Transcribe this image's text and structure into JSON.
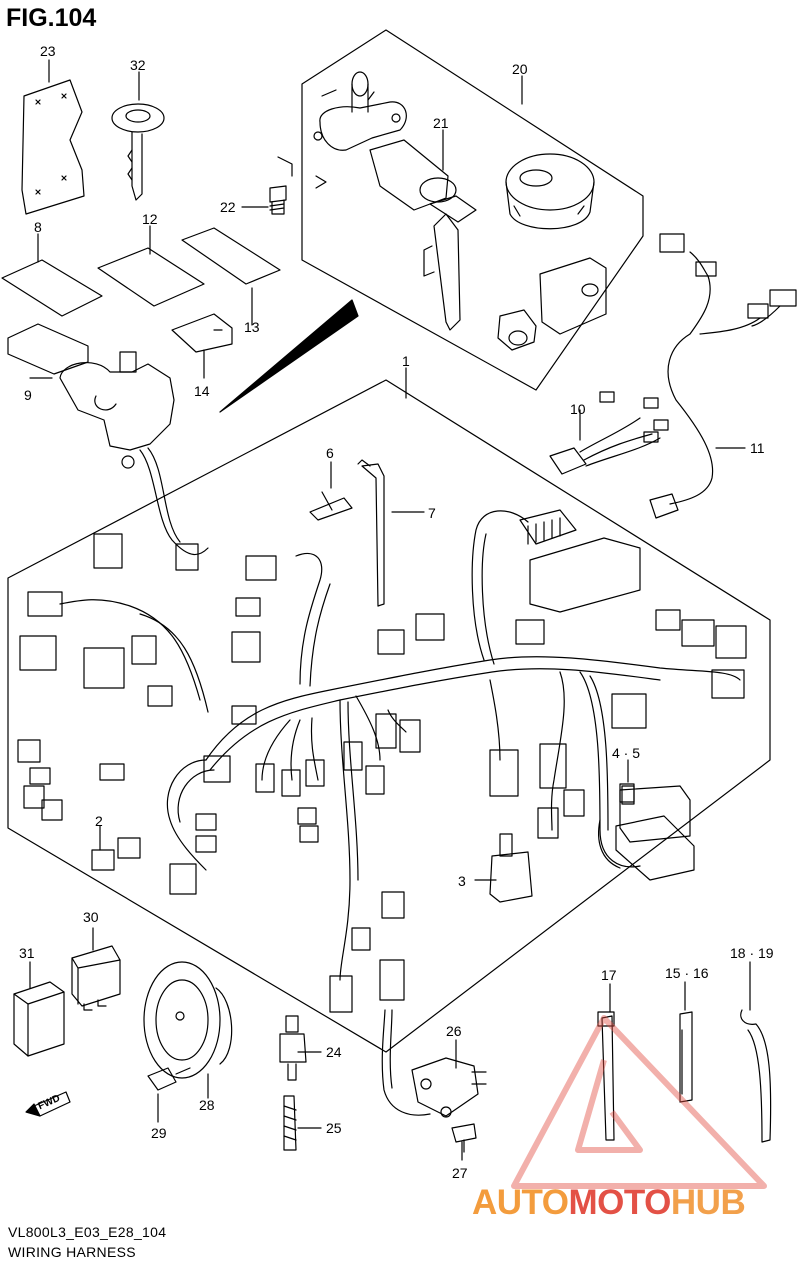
{
  "figure": {
    "title": "FIG.104"
  },
  "callouts": {
    "p1": "1",
    "p2": "2",
    "p3": "3",
    "p4_5": "4 · 5",
    "p6": "6",
    "p7": "7",
    "p8": "8",
    "p9": "9",
    "p10": "10",
    "p11": "11",
    "p12": "12",
    "p13": "13",
    "p14": "14",
    "p15_16": "15 · 16",
    "p17": "17",
    "p18_19": "18 · 19",
    "p20": "20",
    "p21": "21",
    "p22": "22",
    "p23": "23",
    "p24": "24",
    "p25": "25",
    "p26": "26",
    "p27": "27",
    "p28": "28",
    "p29": "29",
    "p30": "30",
    "p31": "31",
    "p32": "32"
  },
  "direction_arrow": {
    "label": "FWD"
  },
  "caption": {
    "code": "VL800L3_E03_E28_104",
    "title": "WIRING HARNESS"
  },
  "watermark": {
    "part1": "AUTO",
    "part2": "MOTO",
    "part3": "HUB",
    "colors": {
      "orange": "#f39c3d",
      "red": "#e35146",
      "light": "#f2a04b"
    }
  }
}
